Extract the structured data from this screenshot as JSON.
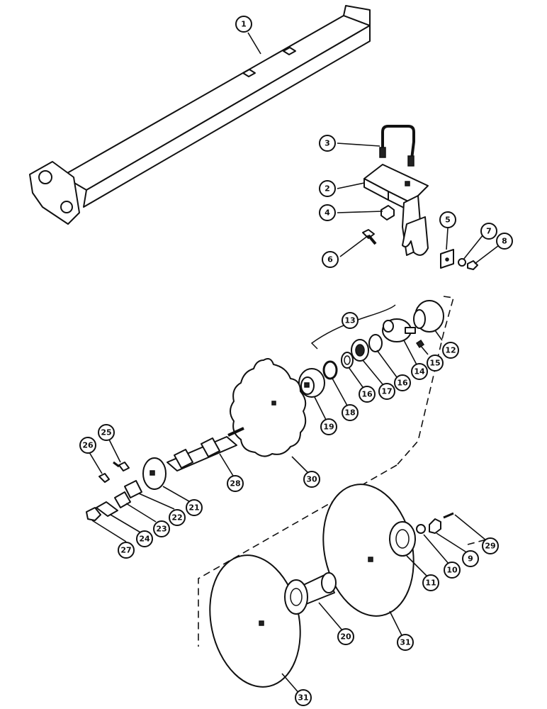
{
  "callouts": {
    "c1": "1",
    "c2": "2",
    "c3": "3",
    "c4": "4",
    "c5": "5",
    "c6": "6",
    "c7": "7",
    "c8": "8",
    "c9": "9",
    "c10": "10",
    "c11": "11",
    "c12": "12",
    "c13": "13",
    "c14": "14",
    "c15": "15",
    "c16a": "16",
    "c16b": "16",
    "c17": "17",
    "c18": "18",
    "c19": "19",
    "c20": "20",
    "c21": "21",
    "c22": "22",
    "c23": "23",
    "c24": "24",
    "c25": "25",
    "c26": "26",
    "c27": "27",
    "c28": "28",
    "c29": "29",
    "c30": "30",
    "c31a": "31",
    "c31b": "31"
  }
}
